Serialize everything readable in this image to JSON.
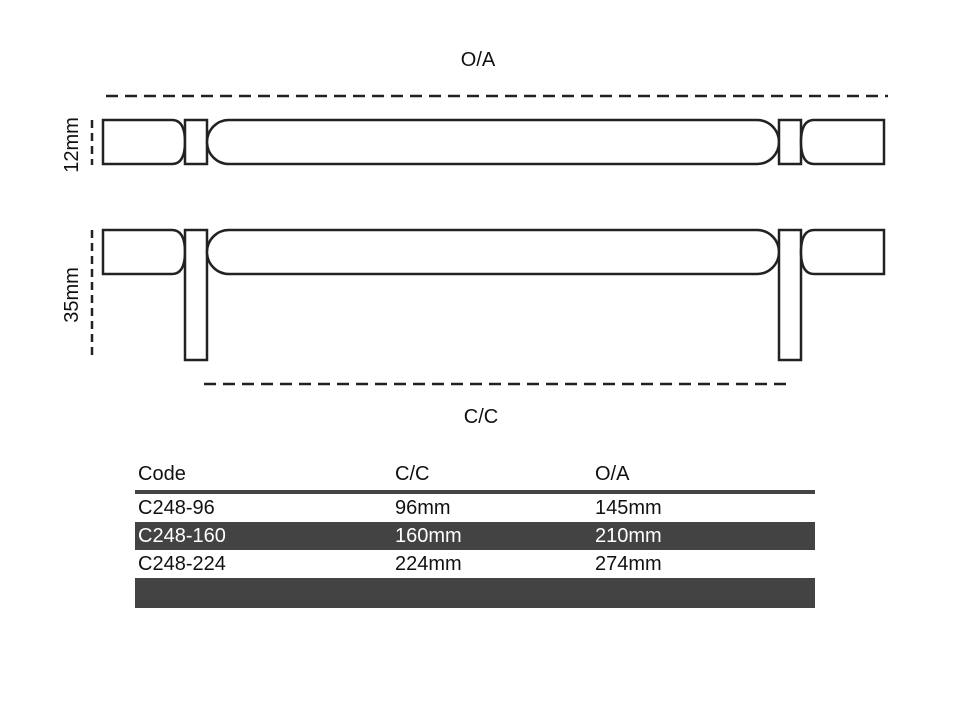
{
  "diagram": {
    "overall_label": "O/A",
    "centre_label": "C/C",
    "top_view_height_label": "12mm",
    "side_view_height_label": "35mm"
  },
  "table": {
    "headers": [
      "Code",
      "C/C",
      "O/A"
    ],
    "rows": [
      [
        "C248-96",
        "96mm",
        "145mm"
      ],
      [
        "C248-160",
        "160mm",
        "210mm"
      ],
      [
        "C248-224",
        "224mm",
        "274mm"
      ]
    ]
  }
}
